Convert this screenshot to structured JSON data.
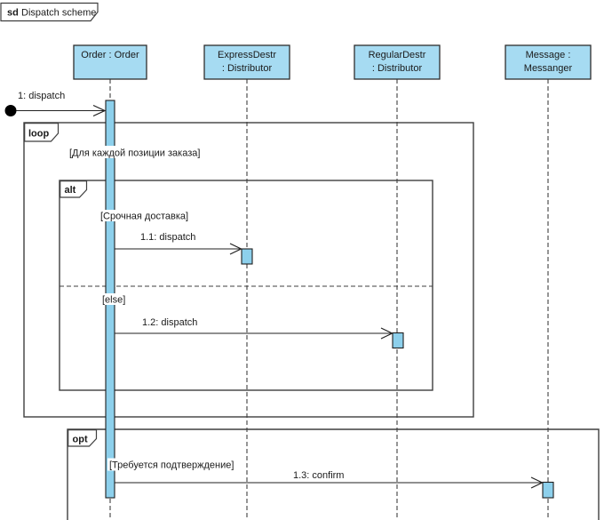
{
  "frame": {
    "keyword": "sd",
    "title": "Dispatch scheme"
  },
  "lifelines": [
    {
      "id": "order",
      "line1": "Order : Order",
      "line2": ""
    },
    {
      "id": "express-destr",
      "line1": "ExpressDestr",
      "line2": ": Distributor"
    },
    {
      "id": "regular-destr",
      "line1": "RegularDestr",
      "line2": ": Distributor"
    },
    {
      "id": "messanger",
      "line1": "Message :",
      "line2": "Messanger"
    }
  ],
  "fragments": {
    "loop": {
      "operator": "loop",
      "guard": "[Для каждой позиции заказа]"
    },
    "alt": {
      "operator": "alt",
      "guard_if": "[Срочная доставка]",
      "guard_else": "[else]"
    },
    "opt": {
      "operator": "opt",
      "guard": "[Требуется подтверждение]"
    }
  },
  "messages": {
    "m1": {
      "label": "1: dispatch"
    },
    "m11": {
      "label": "1.1: dispatch"
    },
    "m12": {
      "label": "1.2: dispatch"
    },
    "m13": {
      "label": "1.3: confirm"
    }
  },
  "colors": {
    "lifeline_head_fill": "#a6dbf2",
    "activation_fill": "#8dd0ec",
    "shape_border": "#2e2e2e",
    "fragment_border": "#3f3f3f",
    "background": "#ffffff"
  }
}
